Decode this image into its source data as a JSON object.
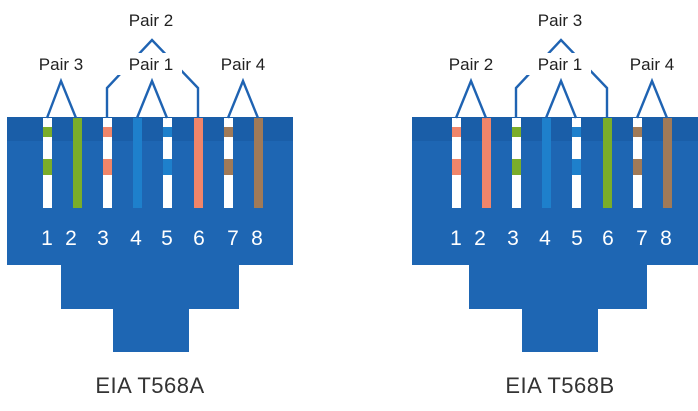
{
  "colors": {
    "connector": "#1e66b3",
    "connector_top": "#1a5ea8",
    "bracket": "#1f63b2",
    "stripe_white": "#ffffff",
    "green": "#7aad2a",
    "orange": "#f0856a",
    "blue": "#1e80cc",
    "brown": "#a07a58"
  },
  "diagrams": [
    {
      "caption": "EIA T568A",
      "pins": [
        "1",
        "2",
        "3",
        "4",
        "5",
        "6",
        "7",
        "8"
      ],
      "pair_labels": {
        "left": "Pair 3",
        "middle": "Pair 1",
        "top": "Pair 2",
        "right": "Pair 4"
      },
      "wires": [
        {
          "color": "green",
          "striped": true
        },
        {
          "color": "green",
          "striped": false
        },
        {
          "color": "orange",
          "striped": true
        },
        {
          "color": "blue",
          "striped": false
        },
        {
          "color": "blue",
          "striped": true
        },
        {
          "color": "orange",
          "striped": false
        },
        {
          "color": "brown",
          "striped": true
        },
        {
          "color": "brown",
          "striped": false
        }
      ]
    },
    {
      "caption": "EIA T568B",
      "pins": [
        "1",
        "2",
        "3",
        "4",
        "5",
        "6",
        "7",
        "8"
      ],
      "pair_labels": {
        "left": "Pair 2",
        "middle": "Pair 1",
        "top": "Pair 3",
        "right": "Pair 4"
      },
      "wires": [
        {
          "color": "orange",
          "striped": true
        },
        {
          "color": "orange",
          "striped": false
        },
        {
          "color": "green",
          "striped": true
        },
        {
          "color": "blue",
          "striped": false
        },
        {
          "color": "blue",
          "striped": true
        },
        {
          "color": "green",
          "striped": false
        },
        {
          "color": "brown",
          "striped": true
        },
        {
          "color": "brown",
          "striped": false
        }
      ]
    }
  ]
}
